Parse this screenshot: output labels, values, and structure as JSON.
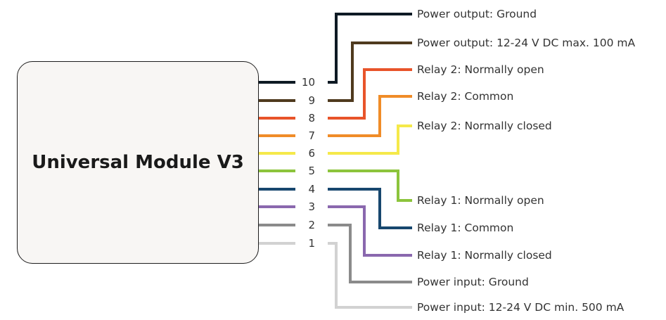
{
  "module": {
    "title": "Universal Module V3",
    "box_color": "#f8f6f4"
  },
  "pins": [
    {
      "num": "10",
      "color": "#0e1a24",
      "label": "Power output: Ground"
    },
    {
      "num": "9",
      "color": "#4f3a1e",
      "label": "Power output: 12-24 V DC max. 100 mA"
    },
    {
      "num": "8",
      "color": "#e8542a",
      "label": "Relay 2: Normally open"
    },
    {
      "num": "7",
      "color": "#f08c28",
      "label": "Relay 2: Common"
    },
    {
      "num": "6",
      "color": "#f5e94a",
      "label": "Relay 2: Normally closed"
    },
    {
      "num": "5",
      "color": "#8cc43c",
      "label": "Relay 1: Normally open"
    },
    {
      "num": "4",
      "color": "#17476e",
      "label": "Relay 1: Common"
    },
    {
      "num": "3",
      "color": "#8a68ae",
      "label": "Relay 1: Normally closed"
    },
    {
      "num": "2",
      "color": "#8b8b8b",
      "label": "Power input: Ground"
    },
    {
      "num": "1",
      "color": "#d2d2d2",
      "label": "Power input: 12-24 V DC min. 500 mA"
    }
  ]
}
